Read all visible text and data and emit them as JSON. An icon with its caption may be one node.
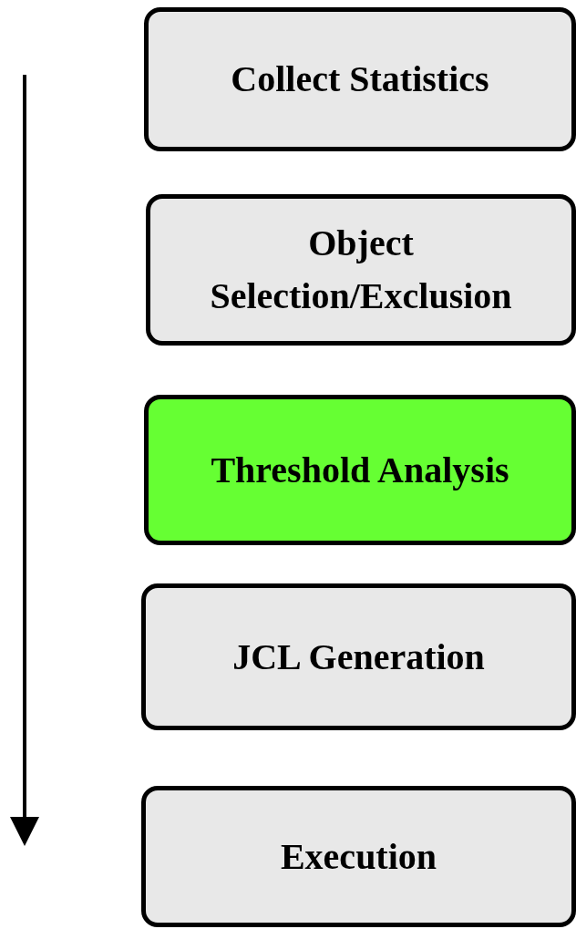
{
  "diagram": {
    "nodes": [
      {
        "text": [
          "Collect Statistics"
        ]
      },
      {
        "text": [
          "Object Selection/Exclusion"
        ]
      },
      {
        "text": [
          "Threshold Analysis"
        ]
      },
      {
        "text": [
          "JCL Generation"
        ]
      },
      {
        "text": [
          "Execution"
        ]
      }
    ]
  }
}
